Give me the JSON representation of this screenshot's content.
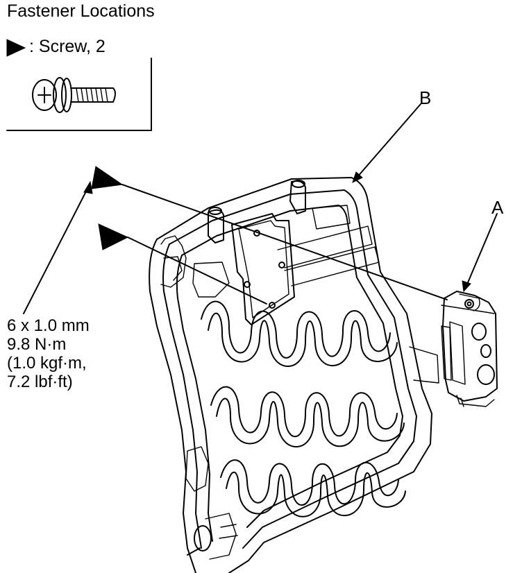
{
  "title": "Fastener Locations",
  "legend": {
    "icon": "solid-triangle-marker",
    "label": ": Screw, 2"
  },
  "torque_spec": {
    "size": "6 x 1.0 mm",
    "torque_nm": "9.8 N·m",
    "torque_kgf": "(1.0 kgf·m,",
    "torque_lbf": "7.2 lbf·ft)"
  },
  "callouts": {
    "a": "A",
    "b": "B"
  },
  "colors": {
    "line": "#000000",
    "background": "#ffffff"
  }
}
